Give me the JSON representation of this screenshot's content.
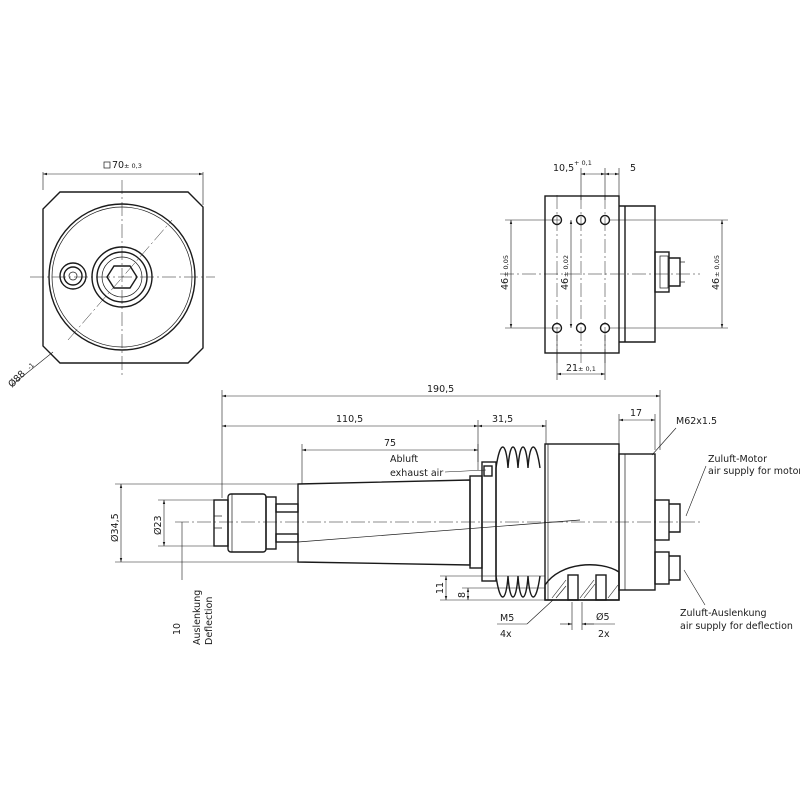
{
  "dimensions": {
    "square": "70",
    "square_tol": "± 0,3",
    "bolt_circle": "Ø88",
    "bolt_circle_tol": "-1",
    "side_offset": "10,5",
    "side_offset_tol": "+ 0,1",
    "side_right": "5",
    "height_left": "46",
    "height_left_tol": "± 0,05",
    "height_mid": "46",
    "height_mid_tol": "± 0,02",
    "height_right": "46",
    "height_right_tol": "± 0,05",
    "bottom_width": "21",
    "bottom_width_tol": "± 0,1",
    "total_length": "190,5",
    "length_1": "110,5",
    "length_2": "31,5",
    "length_3": "17",
    "length_4": "75",
    "thread": "M62x1.5",
    "dia_outer": "Ø34,5",
    "dia_inner": "Ø23",
    "dim_11": "11",
    "dim_8": "8",
    "thread_m5": "M5",
    "count_4x": "4x",
    "dia_5": "Ø5",
    "count_2x": "2x",
    "deflection_value": "10"
  },
  "labels": {
    "abluft": "Abluft",
    "exhaust": "exhaust air",
    "zuluft_motor_de": "Zuluft-Motor",
    "zuluft_motor_en": "air supply for motor",
    "zuluft_defl_de": "Zuluft-Auslenkung",
    "zuluft_defl_en": "air supply for deflection",
    "auslenkung": "Auslenkung",
    "deflection": "Deflection"
  }
}
